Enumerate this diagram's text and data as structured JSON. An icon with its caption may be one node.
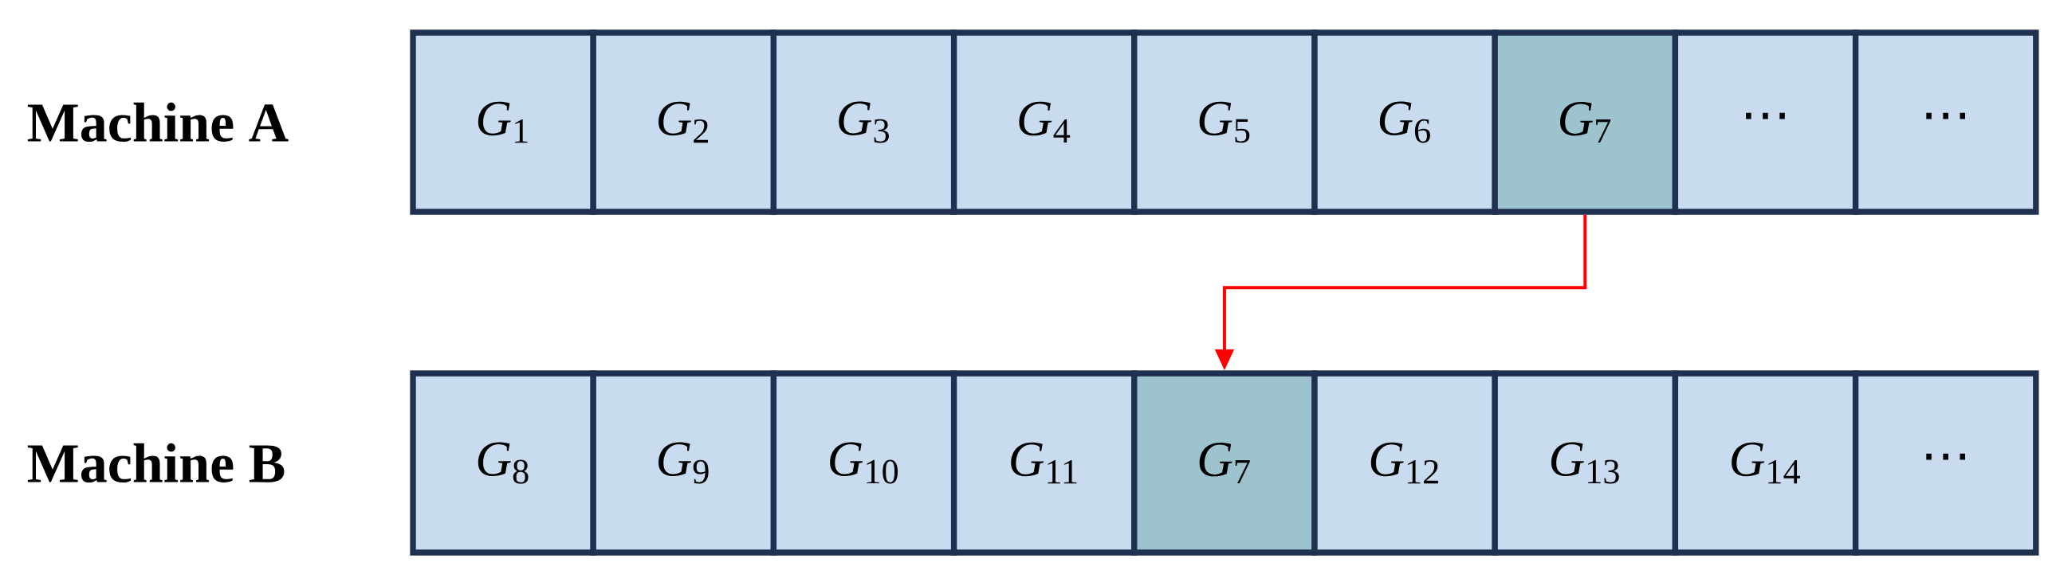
{
  "diagram": {
    "nodes": [
      {
        "text": [
          "*G*$_{1}$"
        ]
      },
      {
        "text": [
          "*G*$_{2}$"
        ]
      },
      {
        "text": [
          "*G*$_{3}$"
        ]
      },
      {
        "text": [
          "*G*$_{4}$"
        ]
      },
      {
        "text": [
          "*G*$_{5}$"
        ]
      },
      {
        "text": [
          "*G*$_{6}$"
        ]
      },
      {
        "text": [
          "*G*$_{7}$"
        ]
      },
      {
        "text": [
          "⋯"
        ]
      },
      {
        "text": [
          "⋯"
        ]
      },
      {
        "text": [
          "*G*$_{8}$"
        ]
      },
      {
        "text": [
          "*G*$_{9}$"
        ]
      },
      {
        "text": [
          "*G*$_{10}$"
        ]
      },
      {
        "text": [
          "*G*$_{11}$"
        ]
      },
      {
        "text": [
          "*G*$_{7}$"
        ]
      },
      {
        "text": [
          "*G*$_{12}$"
        ]
      },
      {
        "text": [
          "*G*$_{13}$"
        ]
      },
      {
        "text": [
          "*G*$_{14}$"
        ]
      },
      {
        "text": [
          "⋯"
        ]
      }
    ],
    "edges": [
      {
        "from": 6,
        "to": 13,
        "arrow": "to",
        "color": "#ff0000"
      }
    ],
    "labels": [
      "Machine A",
      "Machine B"
    ]
  }
}
